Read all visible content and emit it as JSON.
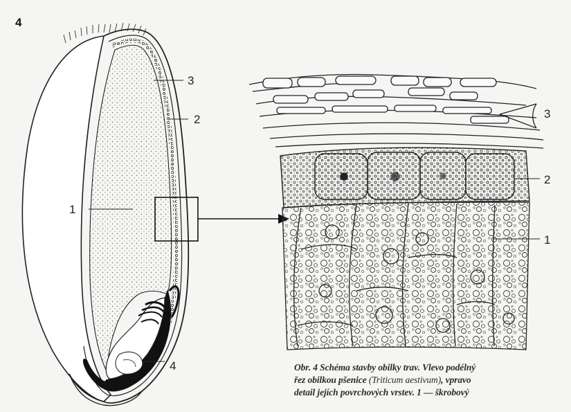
{
  "figure": {
    "number": "4"
  },
  "labels": {
    "left": [
      "3",
      "2",
      "1",
      "4"
    ],
    "right": [
      "3",
      "2",
      "1"
    ]
  },
  "caption": {
    "line1": "Obr. 4 Schéma stavby obilky trav. Vlevo podélný",
    "line2_a": "řez obilkou pšenice ",
    "line2_species": "(Triticum aestivum)",
    "line2_b": ", vpravo",
    "line3": "detail jejích povrchových vrstev. 1 — škrobový"
  },
  "colors": {
    "ink": "#222222",
    "paper": "#f5f5f3"
  }
}
